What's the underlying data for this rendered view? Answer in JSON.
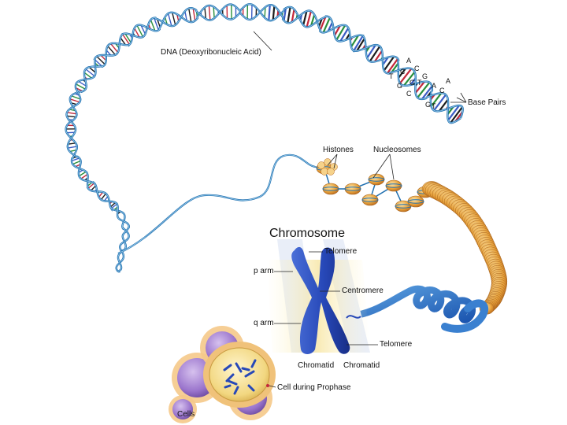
{
  "colors": {
    "backbone": "#1f6fb0",
    "backbone_light": "#9fd0ec",
    "base_a": "#2a8f3a",
    "base_t": "#c4283a",
    "base_g": "#1c1c1c",
    "base_c": "#3b5cc4",
    "nucleosome": "#e8a23b",
    "chromosome": "#2748b8",
    "cell": "#a07ad0",
    "nucleus": "#f4dc8c",
    "halo": "#f7e9a8"
  },
  "labels": {
    "dna": "DNA (Deoxyribonucleic Acid)",
    "base_pairs": "Base Pairs",
    "histones": "Histones",
    "nucleosomes": "Nucleosomes",
    "chromosome_title": "Chromosome",
    "telomere_top": "Telomere",
    "p_arm": "p arm",
    "centromere": "Centromere",
    "q_arm": "q arm",
    "telomere_bottom": "Telomere",
    "chromatid_left": "Chromatid",
    "chromatid_right": "Chromatid",
    "cell_prophase": "Cell during Prophase",
    "cells": "Cells"
  },
  "base_letters": [
    "A",
    "T",
    "C",
    "G",
    "G",
    "C",
    "T",
    "A",
    "C",
    "G",
    "A",
    "T",
    "G",
    "C"
  ]
}
